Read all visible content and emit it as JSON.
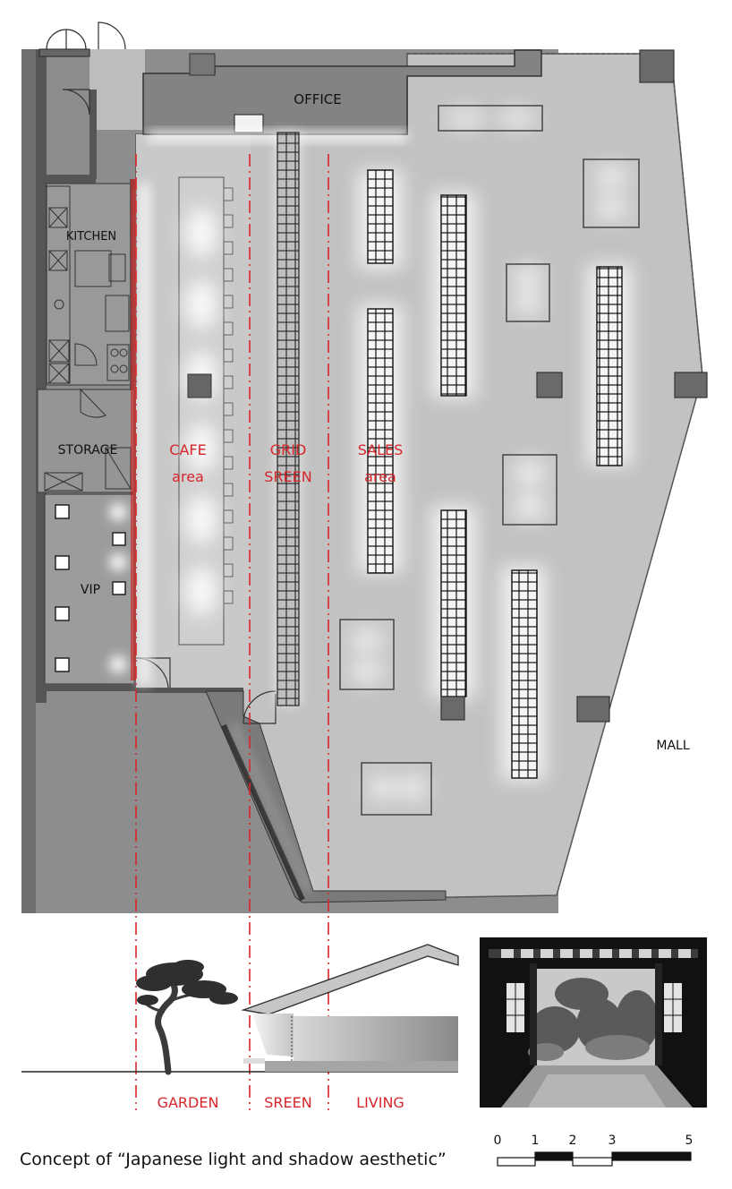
{
  "plan": {
    "rooms": {
      "office": "OFFICE",
      "kitchen": "KITCHEN",
      "storage": "STORAGE",
      "vip": "VIP",
      "mall": "MALL"
    },
    "zones": {
      "cafe": {
        "line1": "CAFE",
        "line2": "area"
      },
      "grid": {
        "line1": "GRID",
        "line2": "SREEN"
      },
      "sales": {
        "line1": "SALES",
        "line2": "area"
      }
    }
  },
  "section": {
    "labels": {
      "garden": "GARDEN",
      "screen": "SREEN",
      "living": "LIVING"
    }
  },
  "scale_bar": {
    "ticks": [
      "0",
      "1",
      "2",
      "3",
      "5"
    ]
  },
  "caption": "Concept of “Japanese light and shadow aesthetic”",
  "colors": {
    "accent_red": "#d7262b",
    "floor": "#c2c2c2",
    "dark_floor": "#8d8d8d",
    "wall": "#6e6e6e"
  }
}
